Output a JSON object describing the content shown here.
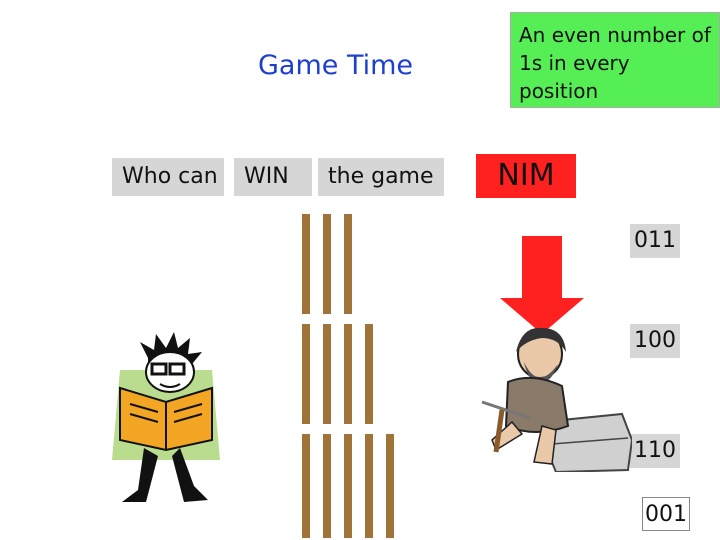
{
  "title": "Game Time",
  "note": "An even number of 1s in every position",
  "words": [
    "Who can",
    "WIN",
    "the game"
  ],
  "nim_label": "NIM",
  "binary_rows": [
    "011",
    "100",
    "110",
    "001"
  ],
  "piles": [
    3,
    4,
    5
  ],
  "colors": {
    "note_bg": "#55ee55",
    "nim_bg": "#ff2020",
    "stick": "#a07438",
    "arrow": "#ff2020",
    "title": "#1f3fcf"
  },
  "icons": {
    "reader": "person-reading-book-icon",
    "caveman": "caveman-icon",
    "arrow": "down-arrow-icon"
  }
}
